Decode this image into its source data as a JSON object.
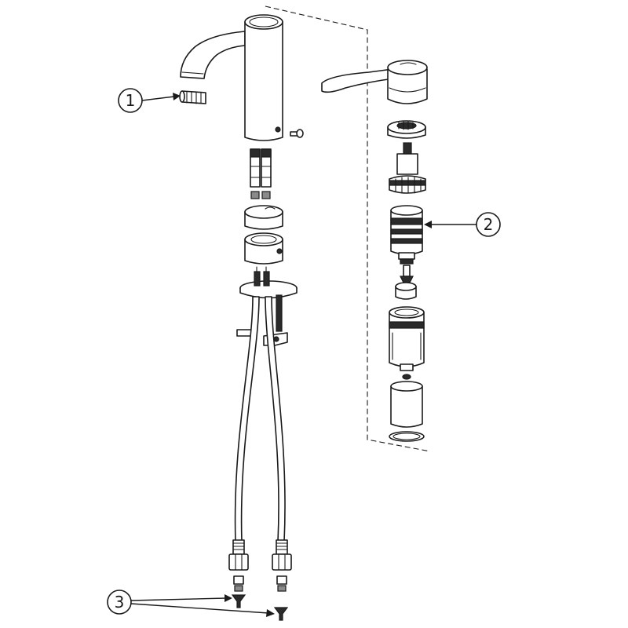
{
  "callouts": {
    "one": {
      "label": "1"
    },
    "two": {
      "label": "2"
    },
    "three": {
      "label": "3"
    }
  },
  "colors": {
    "line": "#1a1a1a",
    "dark_part": "#2b2b2b",
    "background": "#ffffff"
  }
}
